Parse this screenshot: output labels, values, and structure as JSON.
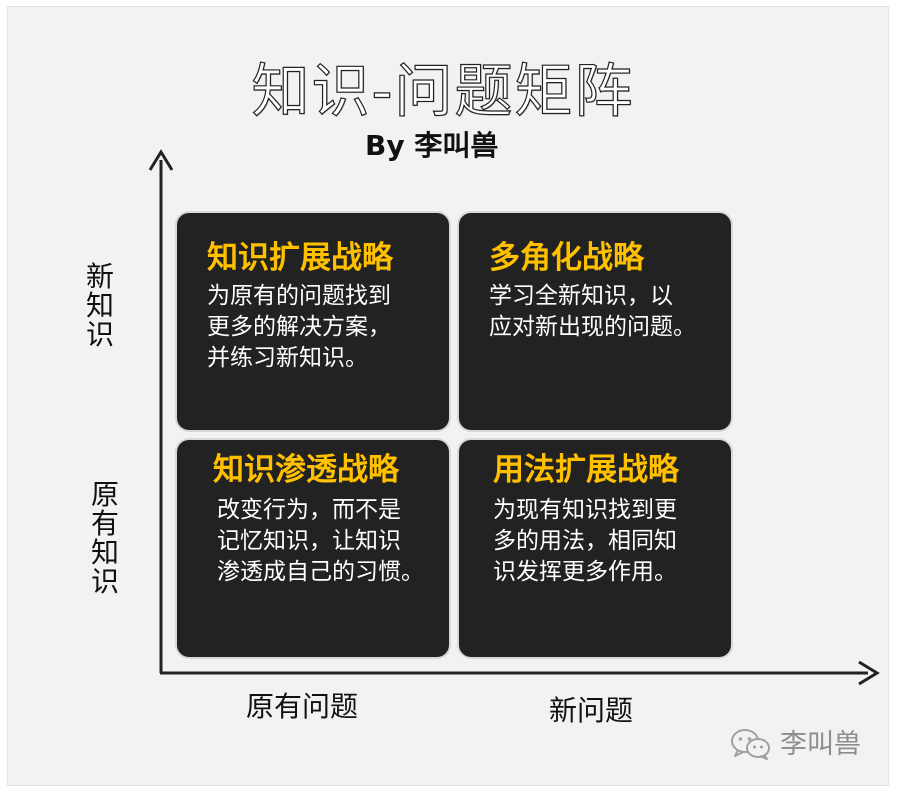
{
  "title": "知识-问题矩阵",
  "subtitle": "By 李叫兽",
  "axes": {
    "y_top_label": "新\n知\n识",
    "y_bottom_label": "原\n有\n知\n识",
    "x_left_label": "原有问题",
    "x_right_label": "新问题"
  },
  "quadrants": {
    "top_left": {
      "title": "知识扩展战略",
      "body": "为原有的问题找到\n更多的解决方案，\n并练习新知识。"
    },
    "top_right": {
      "title": "多角化战略",
      "body": "学习全新知识，以\n应对新出现的问题。"
    },
    "bottom_left": {
      "title": "知识渗透战略",
      "body": "改变行为，而不是\n记忆知识，让知识\n渗透成自己的习惯。"
    },
    "bottom_right": {
      "title": "用法扩展战略",
      "body": "为现有知识找到更\n多的用法，相同知\n识发挥更多作用。"
    }
  },
  "watermark": {
    "icon": "wechat-icon",
    "text": "李叫兽"
  },
  "colors": {
    "quadrant_bg": "#222222",
    "quadrant_title": "#ffc000",
    "quadrant_text": "#ffffff",
    "canvas_bg": "#f2f2f2",
    "axis": "#222222"
  }
}
